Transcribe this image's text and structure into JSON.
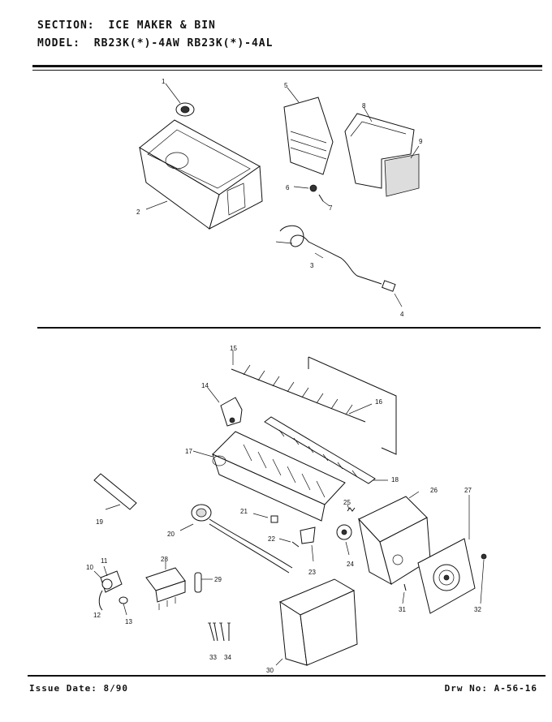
{
  "header": {
    "section_label": "SECTION:",
    "section_value": "ICE MAKER & BIN",
    "model_label": "MODEL:",
    "model_value": "RB23K(*)-4AW  RB23K(*)-4AL"
  },
  "footer": {
    "issue_date": "Issue Date: 8/90",
    "drawing_no": "Drw No: A-56-16"
  },
  "callouts": [
    "1",
    "2",
    "3",
    "4",
    "5",
    "6",
    "7",
    "8",
    "9",
    "10",
    "11",
    "12",
    "13",
    "14",
    "15",
    "16",
    "17",
    "18",
    "19",
    "20",
    "21",
    "22",
    "23",
    "24",
    "25",
    "26",
    "27",
    "28",
    "29",
    "30",
    "31",
    "32",
    "33",
    "34"
  ]
}
